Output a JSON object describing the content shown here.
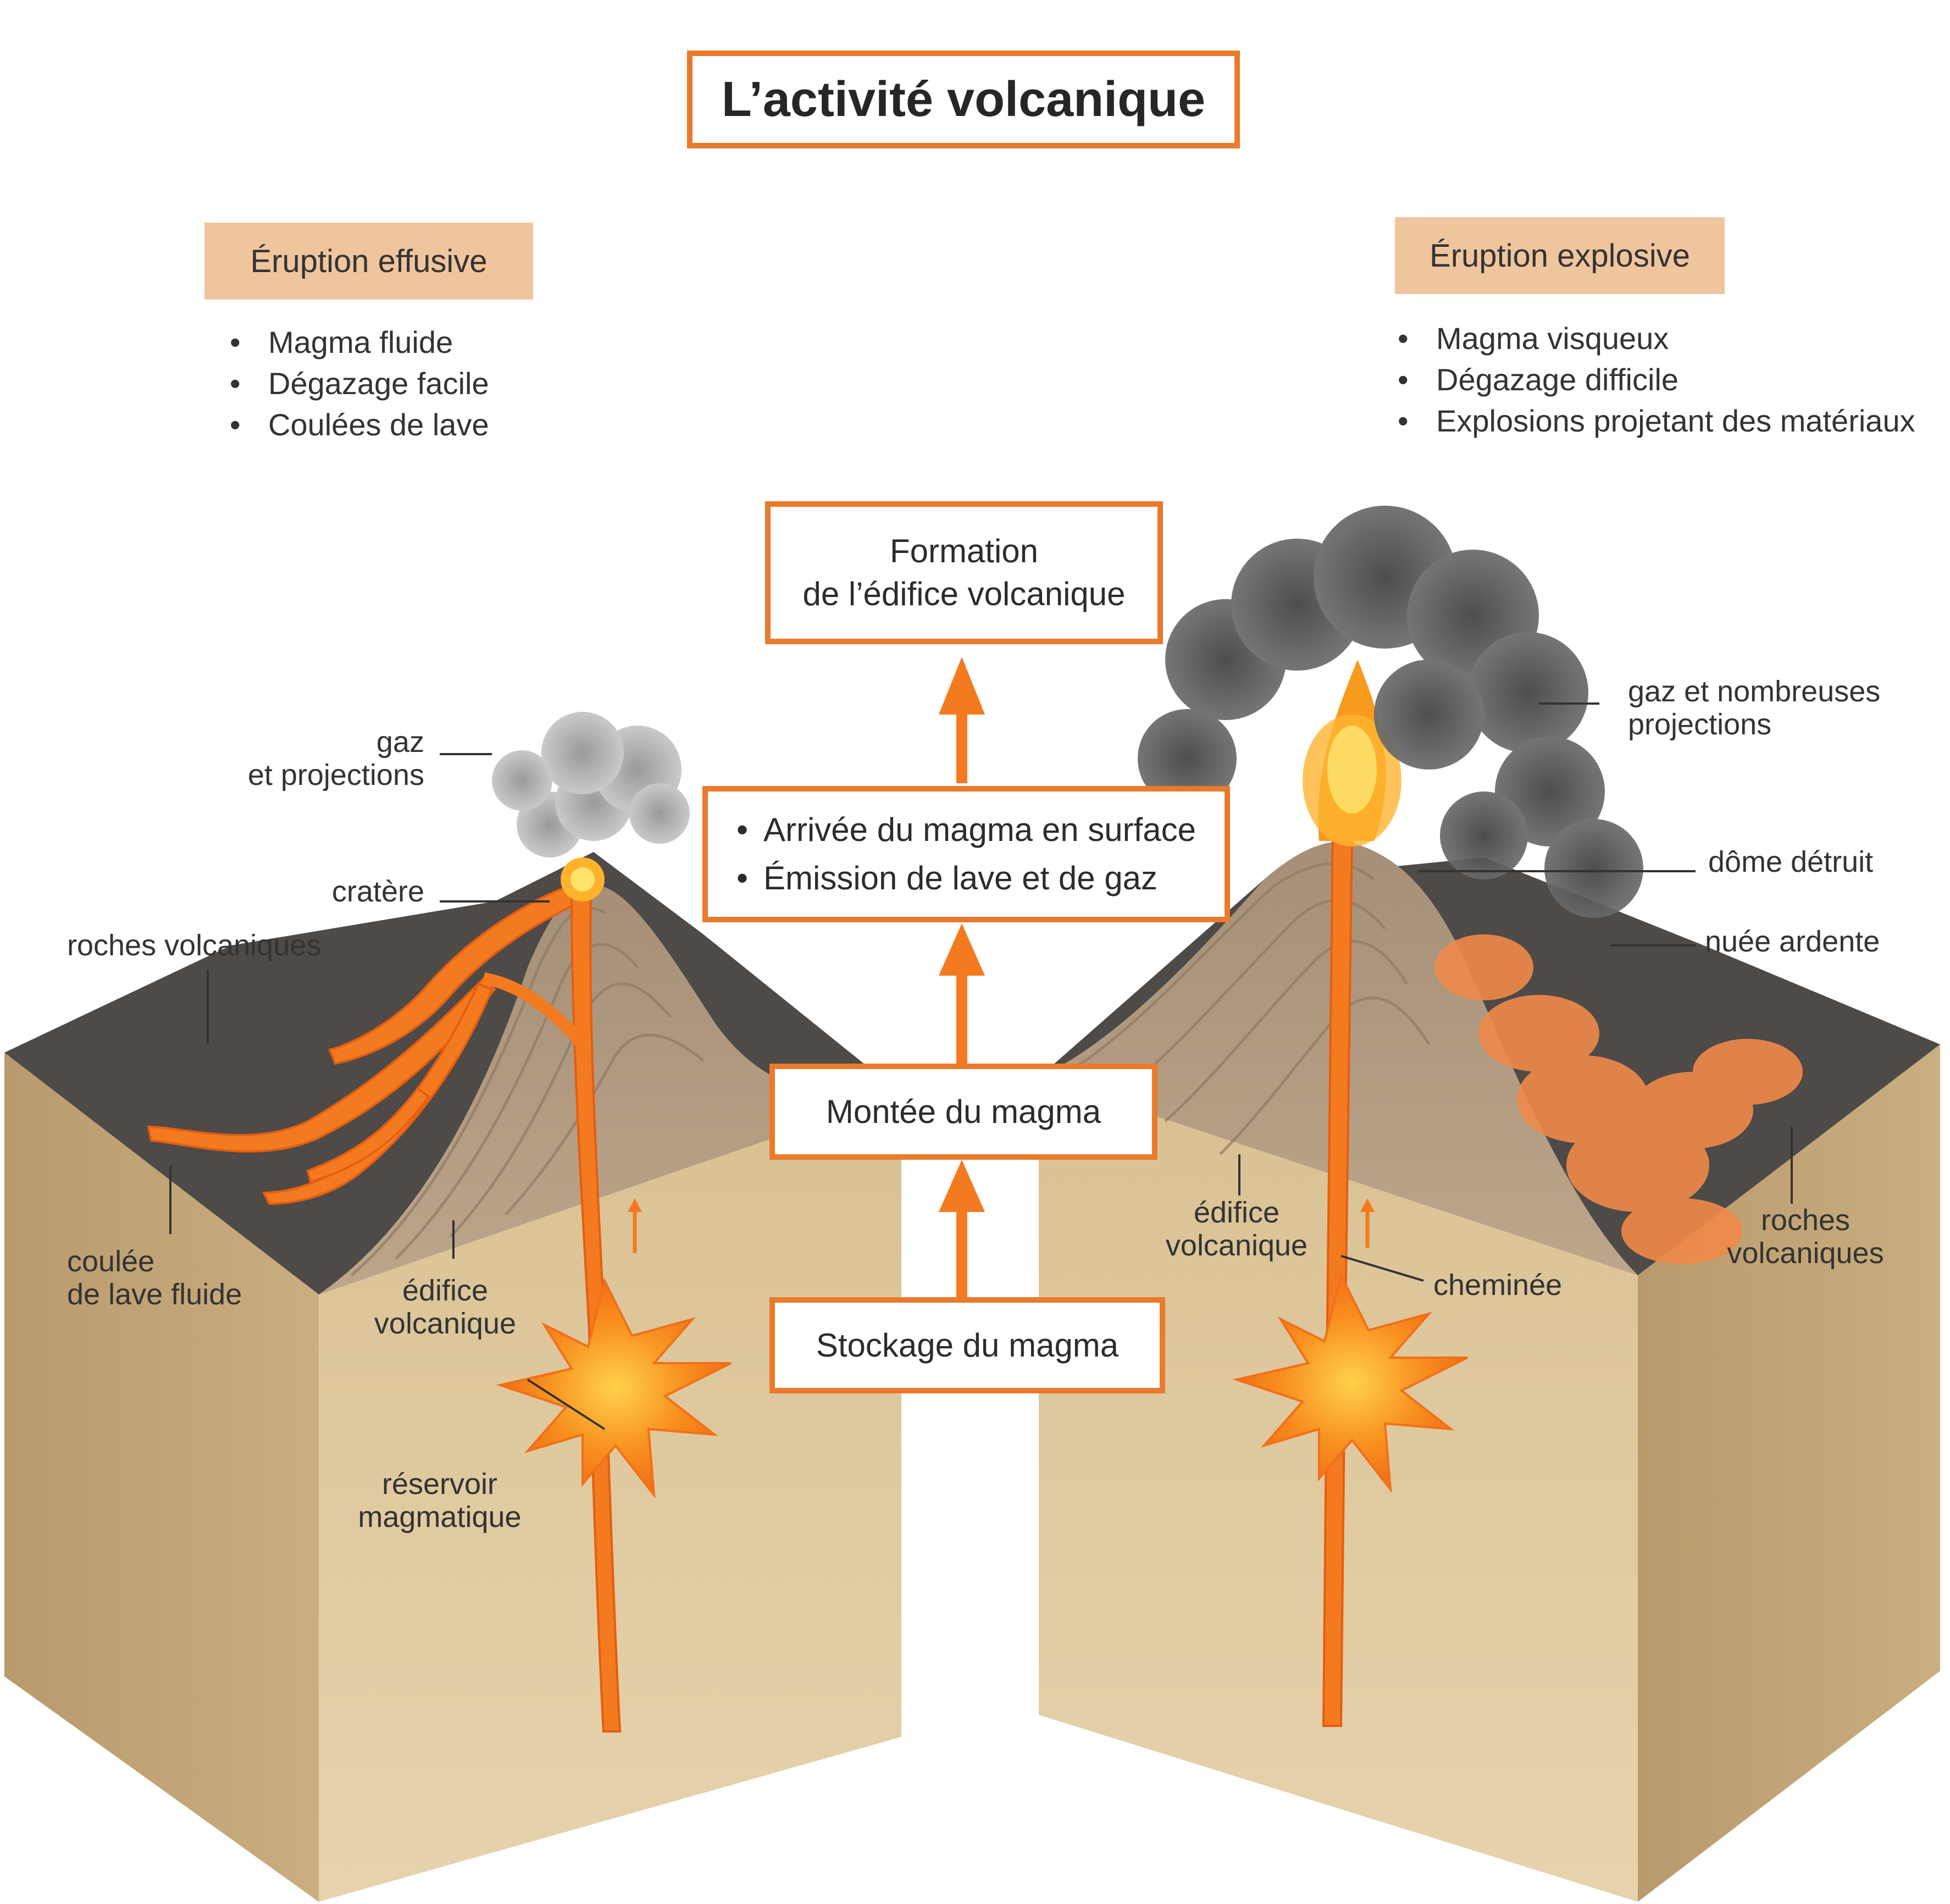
{
  "title": "L’activité volcanique",
  "colors": {
    "accent_orange": "#ea7a2c",
    "category_fill": "#efc59e",
    "lava": "#f47a1f",
    "ground_light": "#dcc69a",
    "ground_side": "#cbb084",
    "volcanic_rock": "#4d4a47"
  },
  "effusive": {
    "heading": "Éruption effusive",
    "bullets": [
      "Magma fluide",
      "Dégazage facile",
      "Coulées de lave"
    ]
  },
  "explosive": {
    "heading": "Éruption explosive",
    "bullets": [
      "Magma visqueux",
      "Dégazage difficile",
      "Explosions projetant des matériaux"
    ]
  },
  "steps": {
    "formation": [
      "Formation",
      "de l’édifice volcanique"
    ],
    "arrival": [
      "Arrivée du magma en surface",
      "Émission de lave et de gaz"
    ],
    "rise": "Montée du magma",
    "storage": "Stockage du magma"
  },
  "labels_left": {
    "gas": [
      "gaz",
      "et projections"
    ],
    "crater": "cratère",
    "volcanic_rocks": "roches volcaniques",
    "lava_flow": [
      "coulée",
      "de lave fluide"
    ],
    "edifice": [
      "édifice",
      "volcanique"
    ],
    "reservoir": [
      "réservoir",
      "magmatique"
    ]
  },
  "labels_right": {
    "gas": [
      "gaz et nombreuses",
      "projections"
    ],
    "dome": "dôme détruit",
    "nuee": "nuée ardente",
    "edifice": [
      "édifice",
      "volcanique"
    ],
    "chimney": "cheminée",
    "volcanic_rocks": [
      "roches",
      "volcaniques"
    ]
  }
}
